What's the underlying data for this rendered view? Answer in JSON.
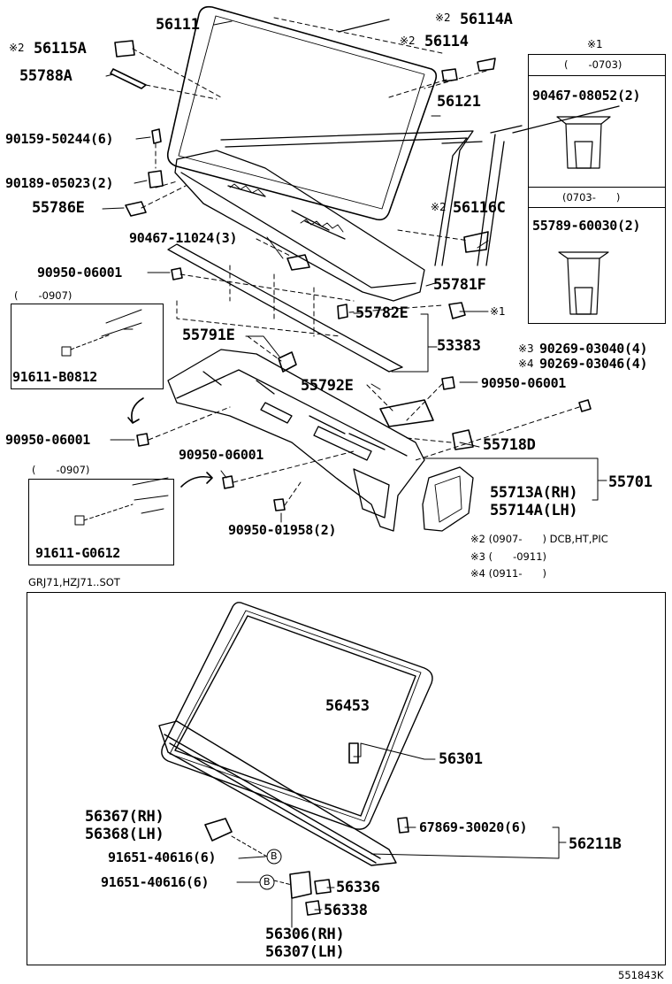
{
  "top_labels": {
    "l56111": "56111",
    "m56114A": "※2",
    "l56114A": "56114A",
    "m56115A": "※2",
    "l56115A": "56115A",
    "m56114": "※2",
    "l56114": "56114",
    "l55788A": "55788A",
    "l56121": "56121",
    "l90159": "90159-50244(6)",
    "l90189": "90189-05023(2)",
    "l55786E": "55786E",
    "m56116C": "※2",
    "l56116C": "56116C",
    "l90467_11024": "90467-11024(3)",
    "l90950_a": "90950-06001",
    "l55781F": "55781F",
    "l55782E": "55782E",
    "m55782E_ref": "※1",
    "l55791E": "55791E",
    "l53383": "53383",
    "m90269a": "※3",
    "l90269a": "90269-03040(4)",
    "m90269b": "※4",
    "l90269b": "90269-03046(4)",
    "l55792E": "55792E",
    "l90950_b": "90950-06001",
    "l90950_c": "90950-06001",
    "l55718D": "55718D",
    "l90950_d": "90950-06001",
    "l55713A": "55713A(RH)",
    "l55714A": "55714A(LH)",
    "l55701": "55701",
    "l90950_01958": "90950-01958(2)",
    "l91611_B": "91611-B0812",
    "l91611_G": "91611-G0612"
  },
  "inset_b0812": {
    "range": "(　　-0907)"
  },
  "inset_g0612": {
    "range": "(　　-0907)"
  },
  "clip_box": {
    "marker": "※1",
    "range_top": "(　　-0703)",
    "part_top": "90467-08052(2)",
    "range_bottom": "(0703-　　)",
    "part_bottom": "55789-60030(2)"
  },
  "footnotes": {
    "n2": "※2 (0907-　　) DCB,HT,PIC",
    "n3": "※3 (　　-0911)",
    "n4": "※4 (0911-　　)"
  },
  "bottom_section": {
    "caption": "GRJ71,HZJ71..SOT",
    "l56453": "56453",
    "l56301": "56301",
    "l56367": "56367(RH)",
    "l56368": "56368(LH)",
    "l67869": "67869-30020(6)",
    "l56211B": "56211B",
    "l91651a": "91651-40616(6)",
    "l91651b": "91651-40616(6)",
    "l56336": "56336",
    "l56338": "56338",
    "l56306": "56306(RH)",
    "l56307": "56307(LH)",
    "b_marker": "B"
  },
  "figure_id": "551843K"
}
